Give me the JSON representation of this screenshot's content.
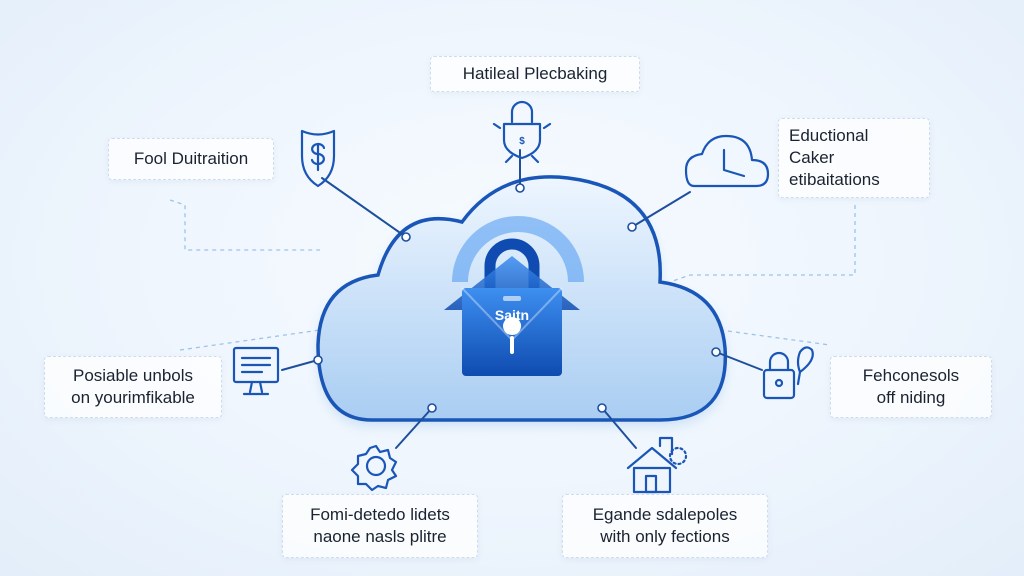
{
  "diagram": {
    "hub_label": "Saitn",
    "colors": {
      "line": "#1d4f9c",
      "icon": "#1a56b8",
      "cloud_top": "#eef6ff",
      "cloud_bottom": "#a9cdf2",
      "lock_dark": "#0f4bb0",
      "lock_light": "#3d8ff0",
      "dashed": "#9cc3ea"
    },
    "nodes": [
      {
        "id": "top",
        "icon": "padlock-shield-icon",
        "lines": [
          "Hatileal Plecbaking"
        ]
      },
      {
        "id": "upper-left",
        "icon": "shield-dollar-icon",
        "lines": [
          "Fool Duitraition"
        ]
      },
      {
        "id": "upper-right",
        "icon": "cloud-clock-icon",
        "lines": [
          "Eductional",
          "Caker",
          "etibaitations"
        ]
      },
      {
        "id": "mid-left",
        "icon": "computer-monitor-icon",
        "lines": [
          "Posiable unbols",
          "on yourimfikable"
        ]
      },
      {
        "id": "mid-right",
        "icon": "lock-key-icon",
        "lines": [
          "Fehconesols",
          "off niding"
        ]
      },
      {
        "id": "bottom-left",
        "icon": "gear-icon",
        "lines": [
          "Fomi-detedo lidets",
          "naone nasls plitre"
        ]
      },
      {
        "id": "bottom-right",
        "icon": "house-building-icon",
        "lines": [
          "Egande sdalepoles",
          "with only fections"
        ]
      }
    ]
  }
}
